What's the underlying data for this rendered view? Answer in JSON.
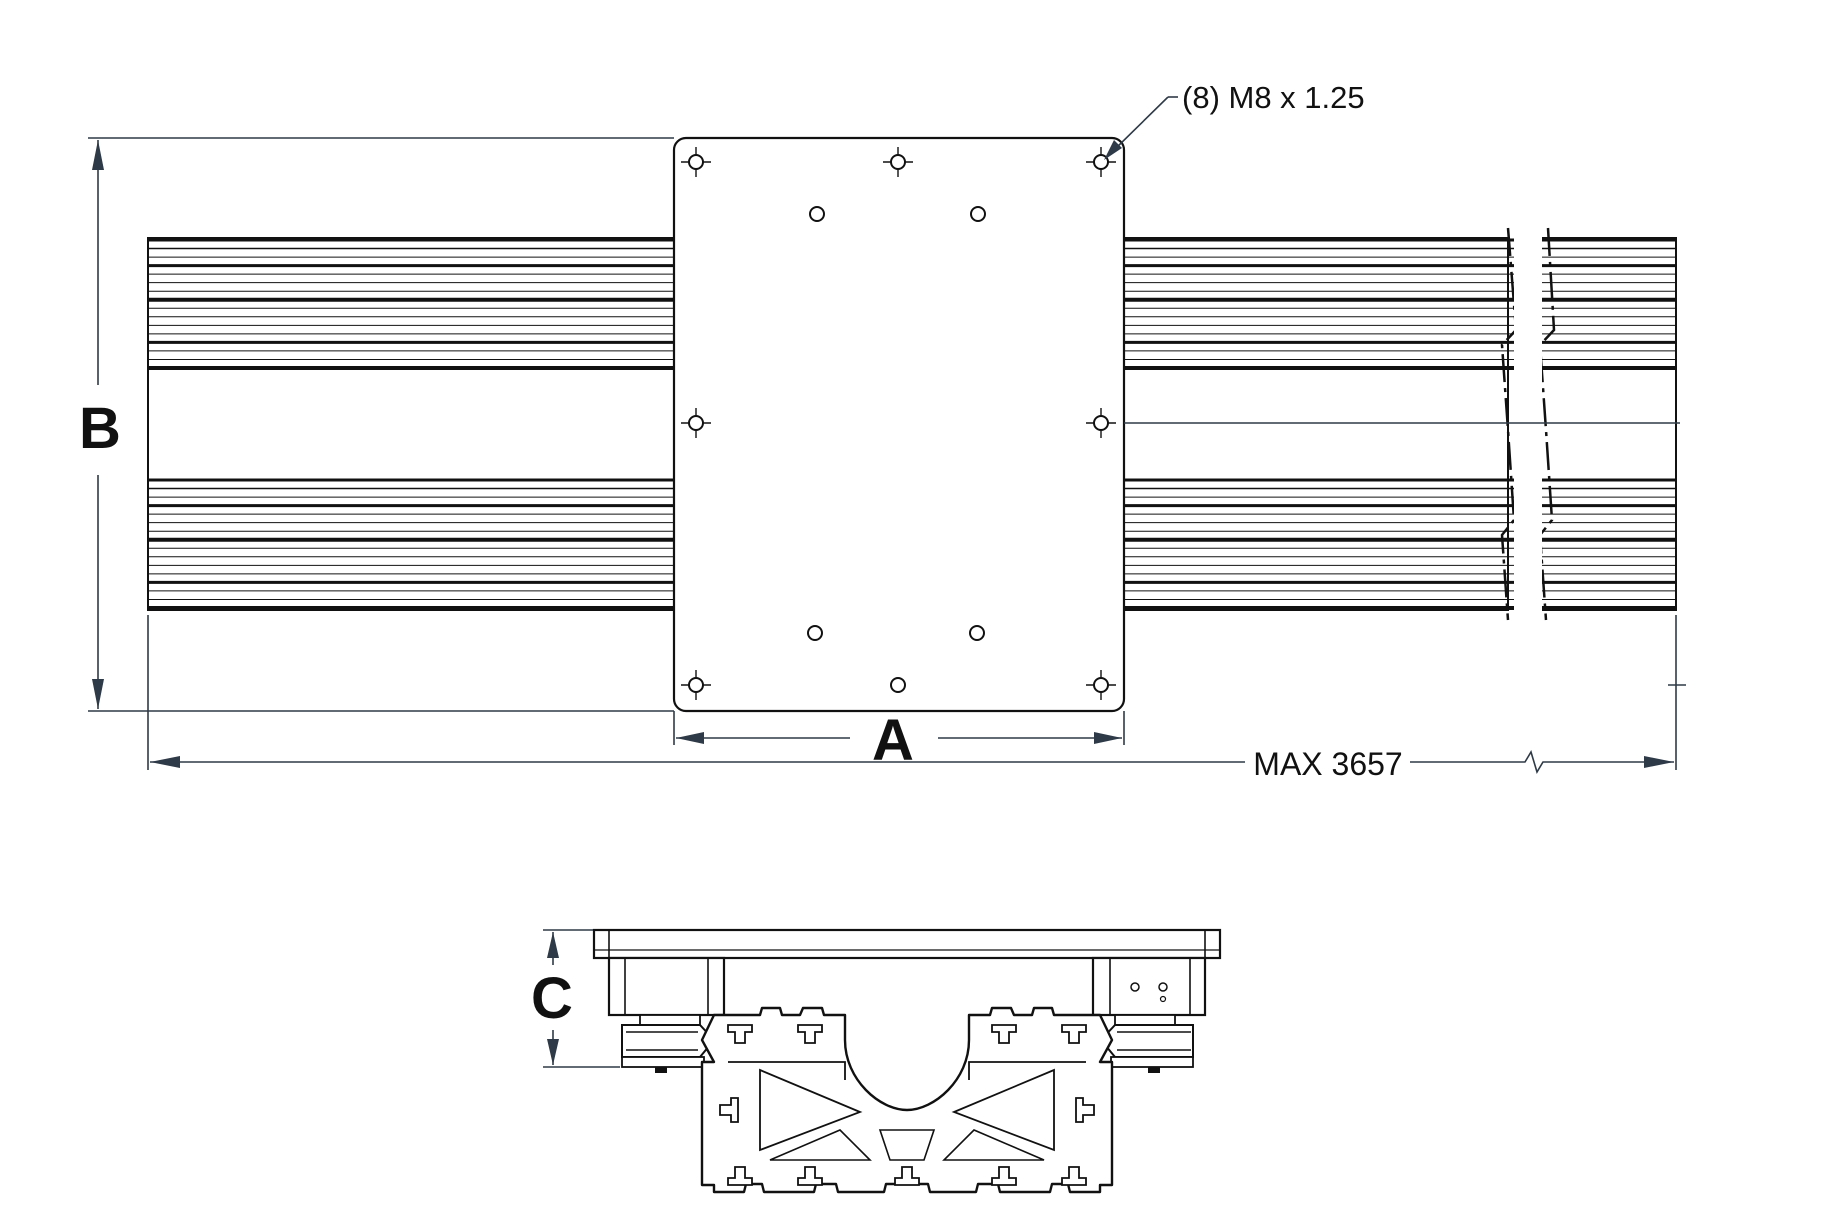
{
  "labels": {
    "dim_a": "A",
    "dim_b": "B",
    "dim_c": "C",
    "max_length": "MAX 3657",
    "thread_callout": "(8) M8 x 1.25"
  },
  "colors": {
    "line": "#111111",
    "dimension_line": "#2e3a47",
    "background": "#ffffff"
  },
  "views": [
    "top-view",
    "end-view"
  ]
}
